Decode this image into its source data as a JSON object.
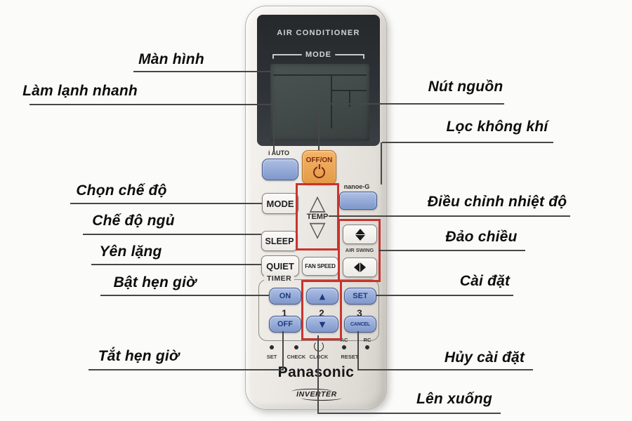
{
  "annotations": {
    "left": [
      {
        "label": "Màn hình"
      },
      {
        "label": "Làm lạnh nhanh"
      },
      {
        "label": "Chọn chế độ"
      },
      {
        "label": "Chế độ ngủ"
      },
      {
        "label": "Yên lặng"
      },
      {
        "label": "Bật hẹn giờ"
      },
      {
        "label": "Tắt hẹn giờ"
      }
    ],
    "right": [
      {
        "label": "Nút nguồn"
      },
      {
        "label": "Lọc không khí"
      },
      {
        "label": "Điều chỉnh nhiệt độ"
      },
      {
        "label": "Đảo chiều"
      },
      {
        "label": "Cài đặt"
      },
      {
        "label": "Hủy cài đặt"
      },
      {
        "label": "Lên xuống"
      }
    ]
  },
  "remote": {
    "header": "AIR CONDITIONER",
    "mode_header": "MODE",
    "buttons": {
      "i_auto": "i AUTO",
      "off_on": "OFF/ON",
      "mode": "MODE",
      "nanoe_g": "nanoe-G",
      "temp": "TEMP",
      "sleep": "SLEEP",
      "quiet": "QUIET",
      "fan_speed": "FAN SPEED",
      "air_swing": "AIR SWING",
      "timer": "TIMER",
      "on": "ON",
      "off": "OFF",
      "set": "SET",
      "cancel": "CANCEL",
      "num1": "1",
      "num2": "2",
      "num3": "3"
    },
    "glyphs": {
      "tri_up": "△",
      "tri_down": "▽",
      "arr_up": "▲",
      "arr_down": "▼"
    },
    "bottom": {
      "set": "SET",
      "check": "CHECK",
      "clock": "CLOCK",
      "ac": "AC",
      "reset": "RESET",
      "rc": "RC"
    },
    "brand": "Panasonic",
    "logo": "INVERTER"
  },
  "colors": {
    "highlight_red": "#c9342e",
    "button_blue": "#8ea6d5",
    "button_orange": "#eaa257",
    "panel_dark": "#2e3236"
  }
}
